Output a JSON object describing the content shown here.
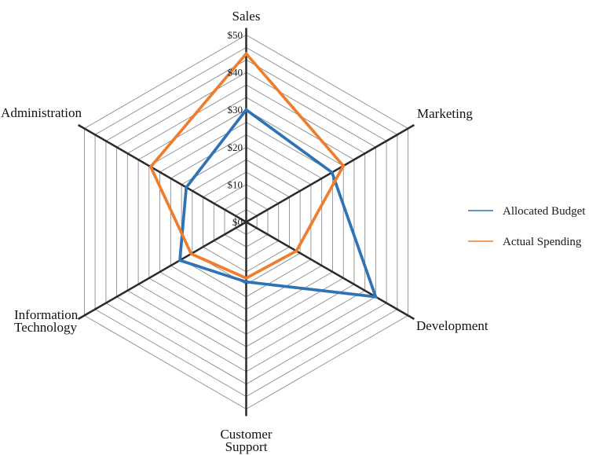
{
  "chart_data": {
    "type": "radar",
    "title": "",
    "categories": [
      "Sales",
      "Marketing",
      "Development",
      "Customer Support",
      "Information Technology",
      "Administration"
    ],
    "series": [
      {
        "name": "Allocated Budget",
        "color": "#2e74b4",
        "values": [
          30,
          26.5,
          40,
          16,
          20.5,
          18.5
        ]
      },
      {
        "name": "Actual Spending",
        "color": "#ee7d2e",
        "values": [
          45,
          30,
          15.5,
          15,
          17,
          29.5
        ]
      }
    ],
    "radial_axis": {
      "min": 0,
      "max": 50,
      "tick_interval": 10,
      "tick_labels": [
        "$0",
        "$10",
        "$20",
        "$30",
        "$40",
        "$50"
      ],
      "grid_rings": 15
    },
    "grid": true,
    "grid_shape": "hexagon",
    "legend_position": "right",
    "spoke_color": "#2b2b2b",
    "ring_color": "#8c8c8c"
  }
}
